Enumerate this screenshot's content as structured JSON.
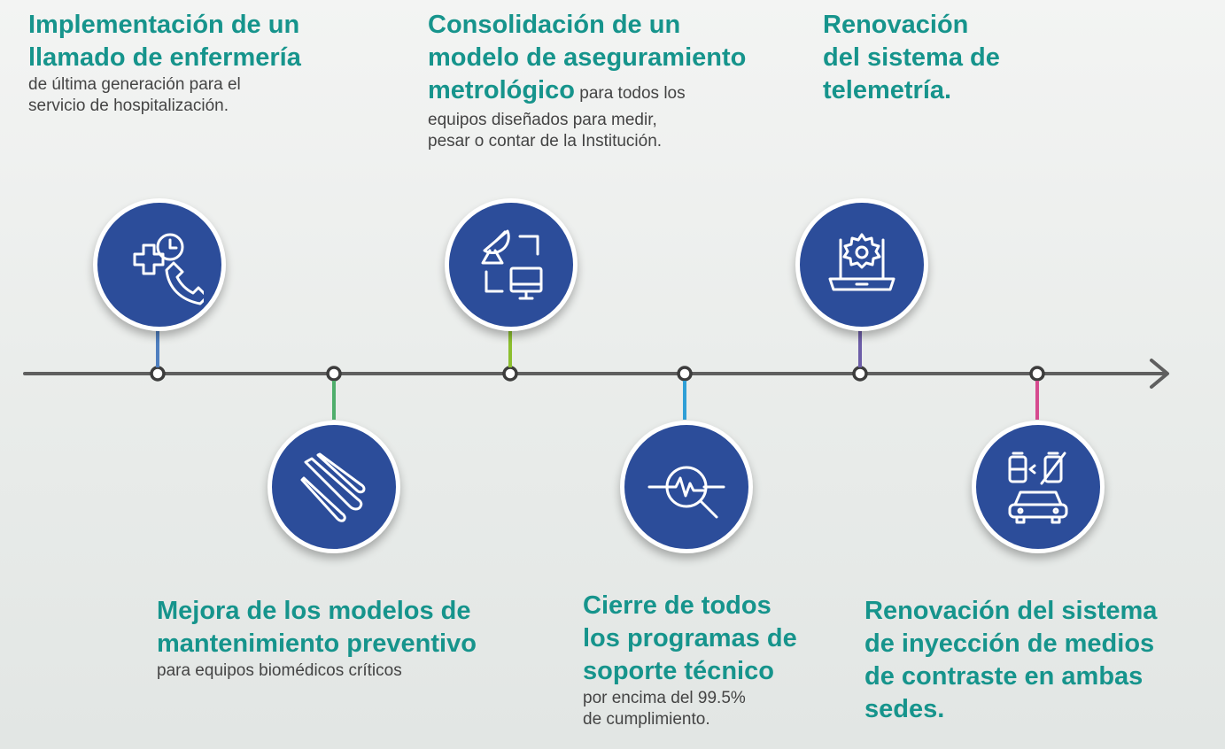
{
  "milestones": [
    {
      "id": "nurse-call",
      "title_lines": [
        "Implementación de un",
        "llamado de enfermería"
      ],
      "body_lines": [
        "de última generación para el",
        "servicio de hospitalización."
      ],
      "icon": "medical-call-icon",
      "connector_color": "#4f7fbf"
    },
    {
      "id": "preventive-maintenance",
      "title_lines": [
        "Mejora de los modelos de",
        "mantenimiento preventivo"
      ],
      "body_lines": [
        "para equipos biomédicos críticos"
      ],
      "icon": "tools-icon",
      "connector_color": "#4fae6c"
    },
    {
      "id": "metrology",
      "title_lines": [
        "Consolidación de un",
        "modelo de aseguramiento"
      ],
      "title_inline": "metrológico",
      "body_inline": "para todos los",
      "body_lines": [
        "equipos diseñados para medir,",
        "pesar o contar de la Institución."
      ],
      "icon": "satellite-monitor-icon",
      "connector_color": "#8cbf2f"
    },
    {
      "id": "tech-support",
      "title_lines": [
        "Cierre de todos",
        "los programas de",
        "soporte técnico"
      ],
      "body_lines": [
        "por encima del 99.5%",
        "de cumplimiento."
      ],
      "icon": "signal-magnifier-icon",
      "connector_color": "#2f9fd6"
    },
    {
      "id": "telemetry",
      "title_lines": [
        "Renovación",
        "del sistema de",
        "telemetría."
      ],
      "body_lines": [],
      "icon": "laptop-gear-icon",
      "connector_color": "#6d5ea8"
    },
    {
      "id": "contrast-injection",
      "title_lines": [
        "Renovación del sistema",
        "de inyección de medios",
        "de contraste en ambas",
        "sedes."
      ],
      "body_lines": [],
      "icon": "battery-car-icon",
      "connector_color": "#d64b8f"
    }
  ],
  "colors": {
    "heading": "#16948c",
    "body_text": "#444444",
    "circle_fill": "#2c4d9a",
    "timeline": "#5f5f5f"
  }
}
